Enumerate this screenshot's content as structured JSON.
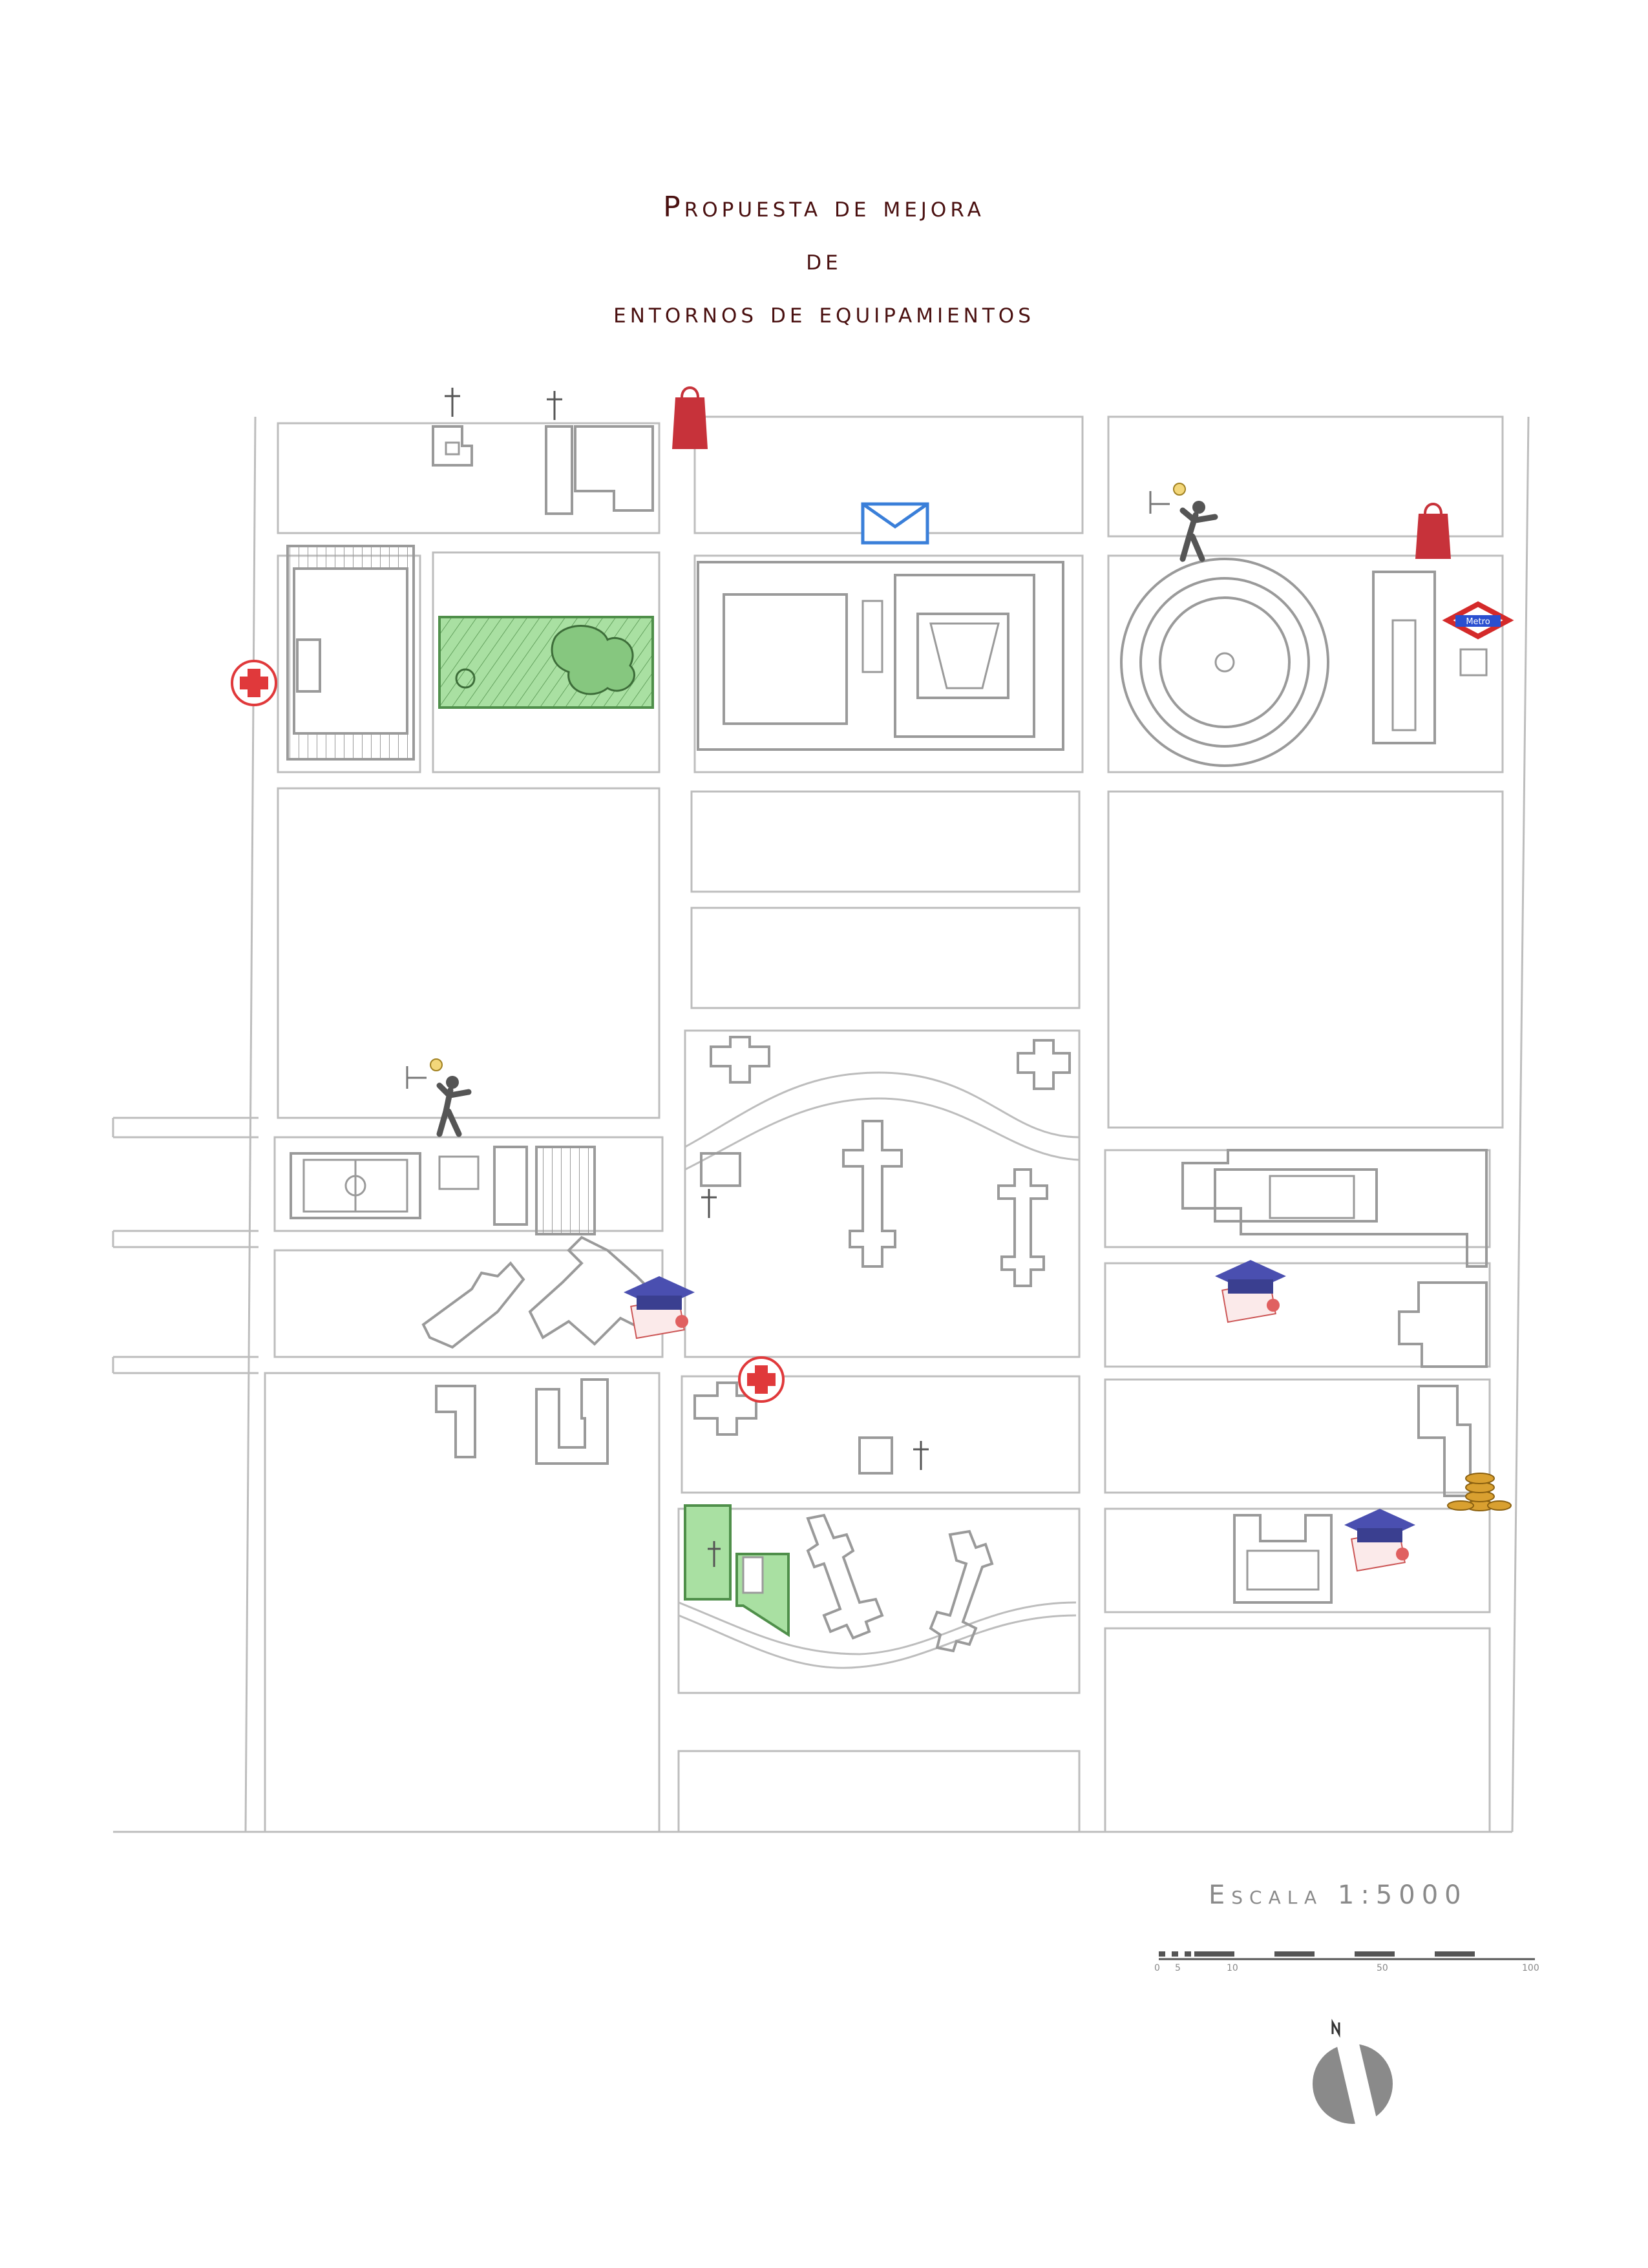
{
  "title": {
    "line1": "Propuesta de mejora",
    "line2": "de",
    "line3": "entornos de equipamientos"
  },
  "scale": {
    "label": "Escala 1:5000",
    "ticks": [
      "0",
      "5",
      "10",
      "50",
      "100"
    ]
  },
  "metro_label": "Metro",
  "colors": {
    "street_line": "#bdbdbd",
    "building": "#9a9a9a",
    "green": "#7ccf78",
    "green_fill": "#a9e0a2",
    "title": "#4a1010",
    "cross_red": "#e0393b",
    "bag": "#c7323a",
    "mail": "#3a7fd9",
    "metro_red": "#d42a2a",
    "metro_blue": "#2a4fd0",
    "cap": "#4a4fb0",
    "coin": "#d9a030",
    "scale_text": "#8a8a8a"
  },
  "icons": [
    "church-cross-icon",
    "shopping-bag-icon",
    "mail-envelope-icon",
    "sports-player-icon",
    "hospital-cross-icon",
    "metro-sign-icon",
    "graduation-cap-icon",
    "coins-icon",
    "north-arrow-icon"
  ]
}
